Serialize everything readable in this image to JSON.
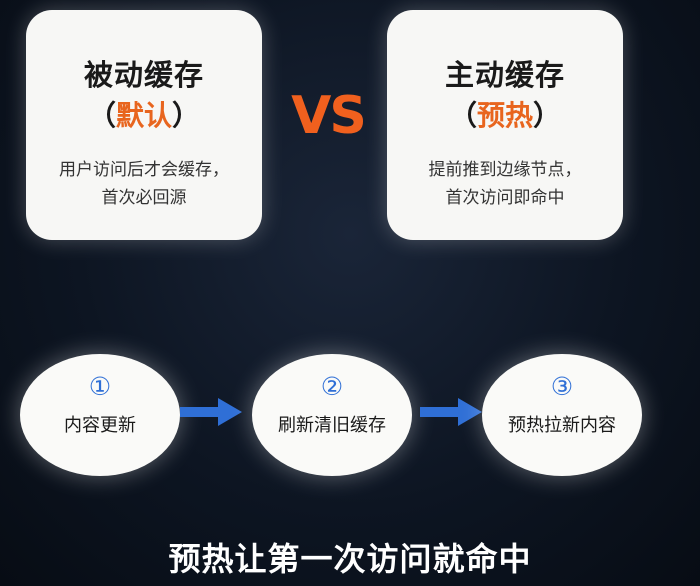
{
  "passive": {
    "title": "被动缓存",
    "paren_open": "（",
    "highlight": "默认",
    "paren_close": "）",
    "desc_line1": "用户访问后才会缓存，",
    "desc_line2": "首次必回源"
  },
  "vs": "VS",
  "active": {
    "title": "主动缓存",
    "paren_open": "（",
    "highlight": "预热",
    "paren_close": "）",
    "desc_line1": "提前推到边缘节点，",
    "desc_line2": "首次访问即命中"
  },
  "steps": [
    {
      "num": "①",
      "label": "内容更新"
    },
    {
      "num": "②",
      "label": "刷新清旧缓存"
    },
    {
      "num": "③",
      "label": "预热拉新内容"
    }
  ],
  "caption": "预热让第一次访问就命中",
  "colors": {
    "accent_orange": "#f0601e",
    "arrow_blue": "#2f6fd6",
    "background": "#0d1522"
  }
}
